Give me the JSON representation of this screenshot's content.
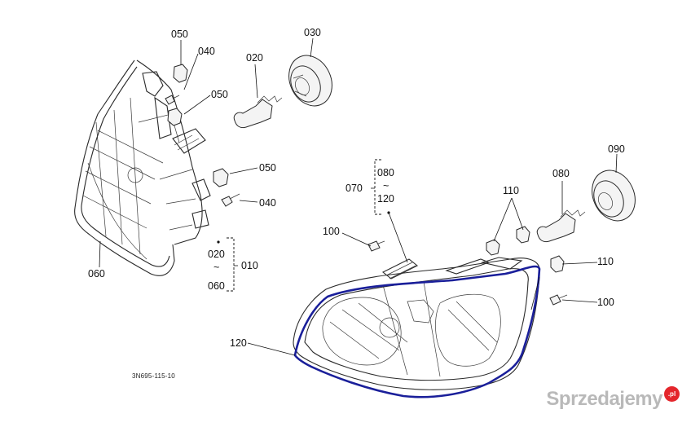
{
  "diagram": {
    "labels": {
      "l050a": "050",
      "l040a": "040",
      "l050b": "050",
      "l020a": "020",
      "l030": "030",
      "l050c": "050",
      "l040b": "040",
      "l060": "060",
      "l020b": "020",
      "tilde1": "~",
      "l060b": "060",
      "l010": "010",
      "l080a": "080",
      "tilde2": "~",
      "l120a": "120",
      "l070": "070",
      "l110a": "110",
      "l080b": "080",
      "l090": "090",
      "l100a": "100",
      "l110b": "110",
      "l100b": "100",
      "l120b": "120"
    },
    "drawing_code": "3N695-115-10",
    "highlight_color": "#1a1f9a"
  },
  "watermark": {
    "text": "Sprzedajemy",
    "badge": ".pl",
    "badge_color": "#e4262c"
  }
}
